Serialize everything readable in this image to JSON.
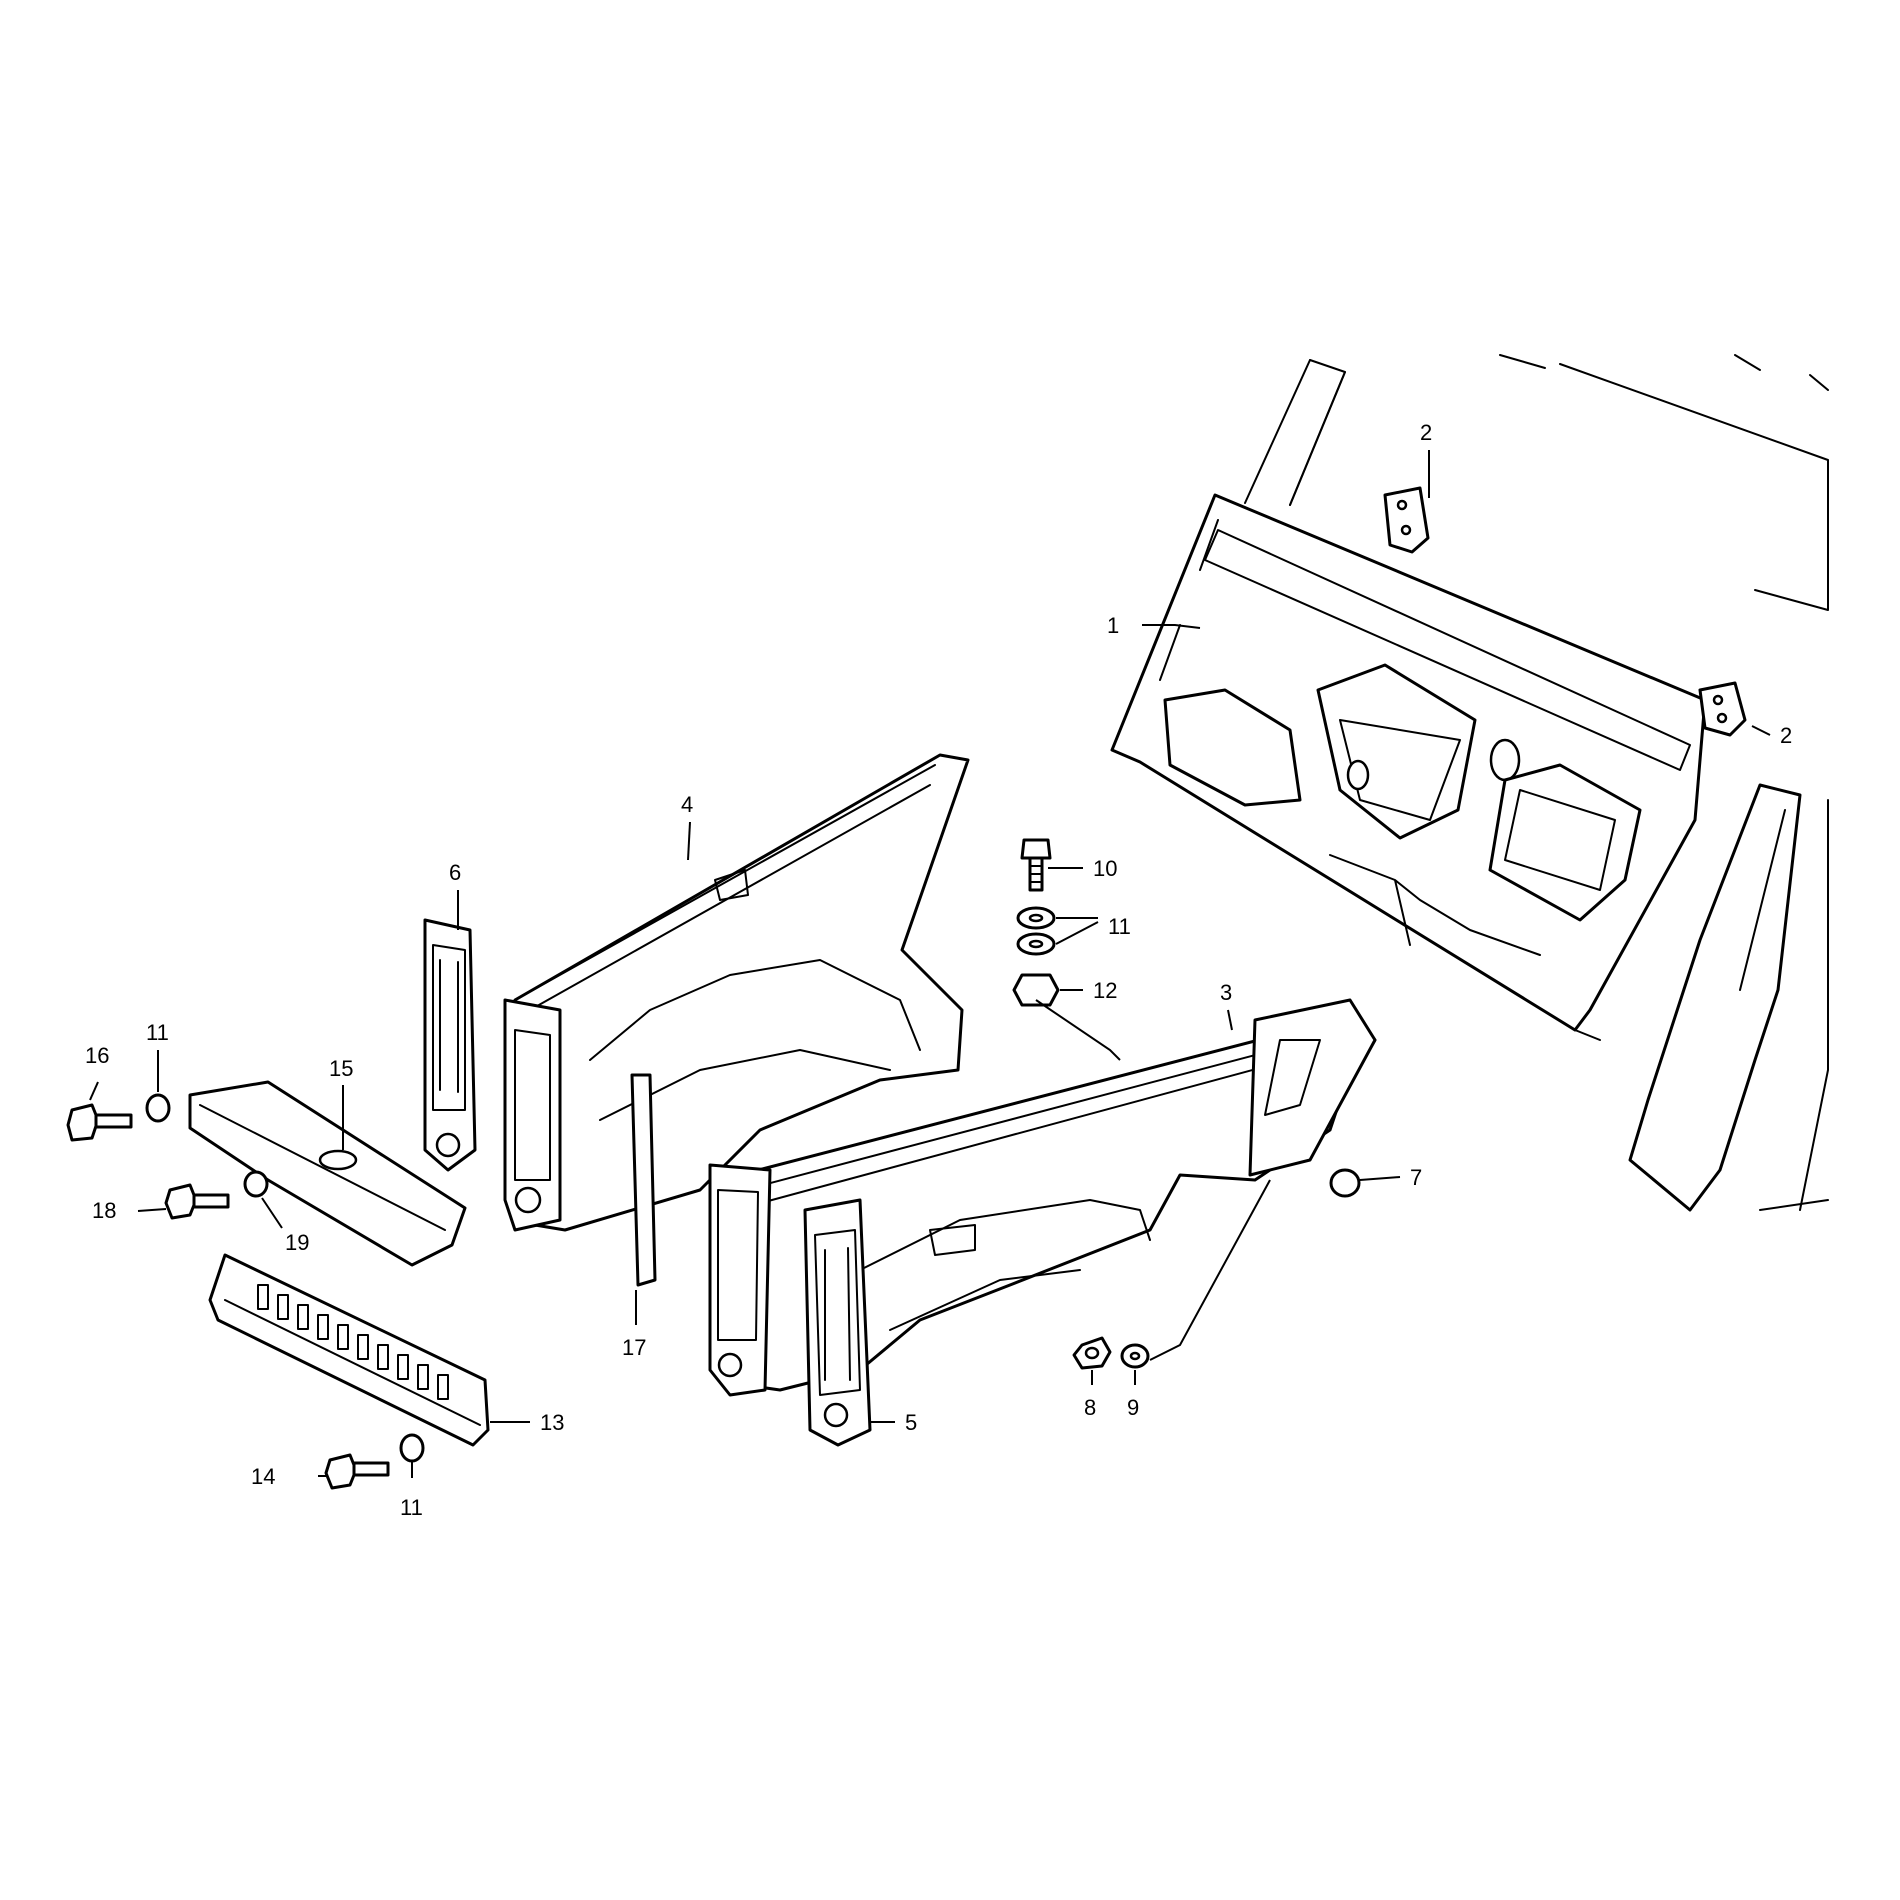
{
  "colors": {
    "line": "#000000",
    "background": "#ffffff"
  },
  "callouts": {
    "c1": "1",
    "c2a": "2",
    "c2b": "2",
    "c3": "3",
    "c4": "4",
    "c5": "5",
    "c6": "6",
    "c7": "7",
    "c8": "8",
    "c9": "9",
    "c10": "10",
    "c11a": "11",
    "c11b": "11",
    "c11c": "11",
    "c12": "12",
    "c13": "13",
    "c14": "14",
    "c15": "15",
    "c16": "16",
    "c17": "17",
    "c18": "18",
    "c19": "19"
  }
}
